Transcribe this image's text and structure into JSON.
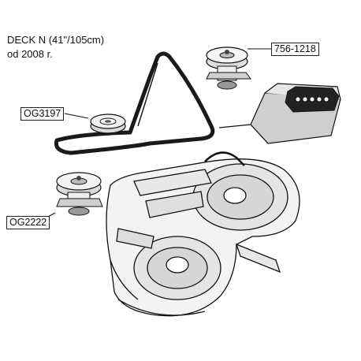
{
  "title": {
    "line1": "DECK N (41\"/105cm)",
    "line2": "od 2008 r."
  },
  "parts": [
    {
      "code": "756-1218",
      "depicts": "spindle-assembly"
    },
    {
      "code": "OG3197",
      "depicts": "idler-pulley"
    },
    {
      "code": "OG2222",
      "depicts": "spindle-assembly"
    }
  ],
  "colors": {
    "line": "#111111",
    "belt": "#1a1a1a",
    "fill": "#ffffff",
    "shade": "#d9d9d9"
  }
}
